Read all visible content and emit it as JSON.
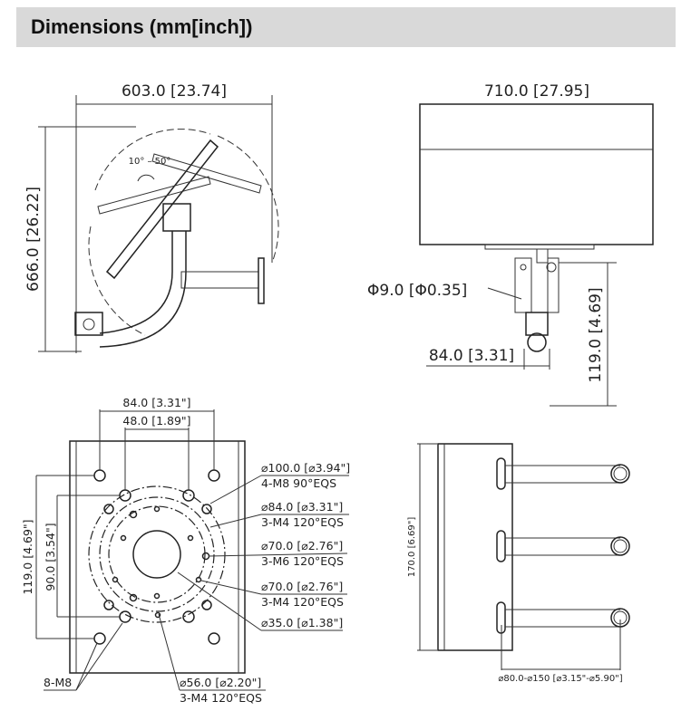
{
  "header": {
    "title": "Dimensions (mm[inch])"
  },
  "side_view": {
    "width": "603.0 [23.74]",
    "height": "666.0 [26.22]",
    "tilt": "10°  –  50°"
  },
  "front_view": {
    "width": "710.0 [27.95]",
    "hole": "Φ9.0 [Φ0.35]",
    "plate_width": "84.0 [3.31]",
    "plate_height": "119.0 [4.69]"
  },
  "plate_view": {
    "top_outer": "84.0 [3.31\"]",
    "top_inner": "48.0 [1.89\"]",
    "left_outer": "119.0 [4.69\"]",
    "left_inner": "90.0 [3.54\"]",
    "callouts": [
      {
        "dia": "⌀100.0 [⌀3.94\"]",
        "spec": "4-M8 90°EQS"
      },
      {
        "dia": "⌀84.0 [⌀3.31\"]",
        "spec": "3-M4 120°EQS"
      },
      {
        "dia": "⌀70.0 [⌀2.76\"]",
        "spec": "3-M6 120°EQS"
      },
      {
        "dia": "⌀70.0 [⌀2.76\"]",
        "spec": "3-M4 120°EQS"
      },
      {
        "dia": "⌀35.0 [⌀1.38\"]",
        "spec": ""
      }
    ],
    "bolts": "8-M8",
    "bottom_dia": "⌀56.0 [⌀2.20\"]",
    "bottom_spec": "3-M4 120°EQS"
  },
  "clamp_view": {
    "height": "170.0 [6.69\"]",
    "pole_range": "⌀80.0-⌀150 [⌀3.15\"-⌀5.90\"]"
  }
}
